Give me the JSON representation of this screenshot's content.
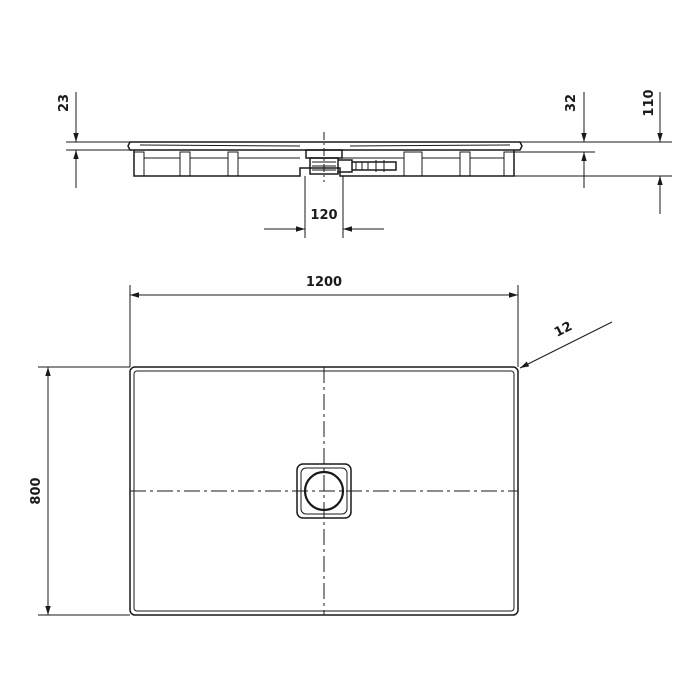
{
  "drawing": {
    "dimensions": {
      "rim_height": "23",
      "edge_height": "32",
      "total_height": "110",
      "drain_width": "120",
      "length": "1200",
      "width": "800",
      "corner_radius": "12"
    }
  }
}
